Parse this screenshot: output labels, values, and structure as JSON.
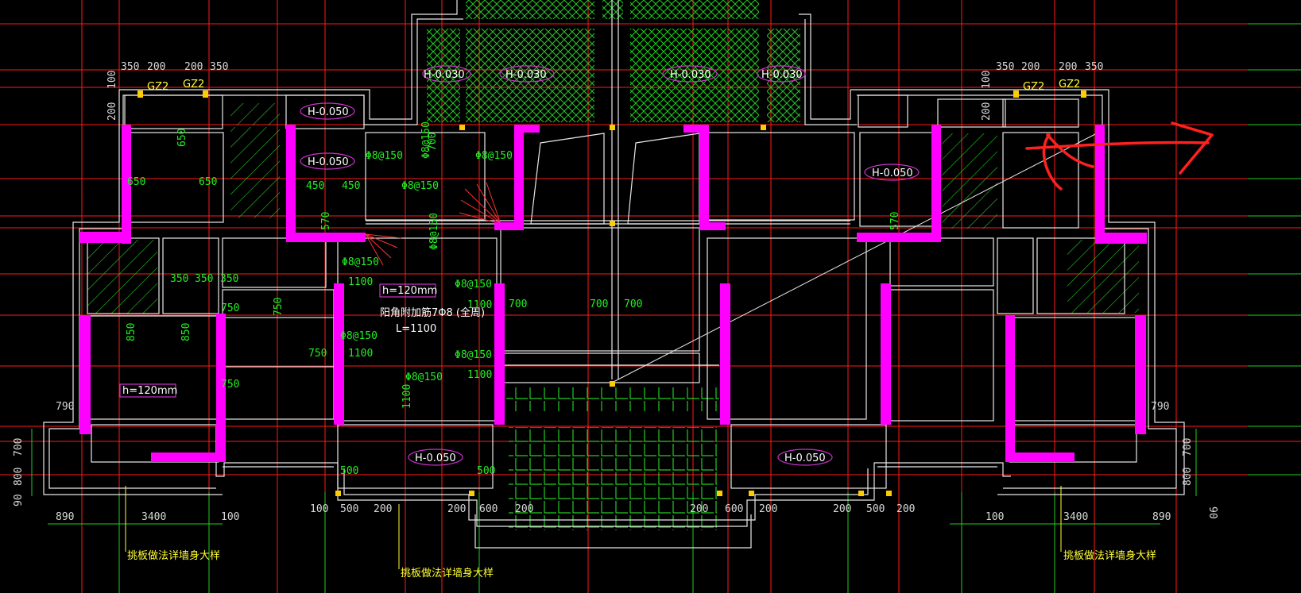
{
  "drawing": {
    "colors": {
      "background": "#000000",
      "grid": "#ff1a1a",
      "wall": "#ff00ff",
      "rebar": "#22ee22",
      "outline": "#ffffff",
      "label": "#ffff33",
      "annotation": "#ff2020"
    },
    "elevations": [
      "H-0.030",
      "H-0.030",
      "H-0.030",
      "H-0.030",
      "H-0.050",
      "H-0.050",
      "H-0.050",
      "H-0.050",
      "H-0.050"
    ],
    "slab_notes": [
      "h=120mm",
      "h=120mm"
    ],
    "rebar_notes": [
      "Φ8@150",
      "Φ8@150",
      "Φ8@150",
      "Φ8@150",
      "Φ8@150",
      "Φ8@150",
      "Φ8@150",
      "Φ8@150",
      "Φ8@150",
      "Φ8@150"
    ],
    "beam_note": "阳角附加筋7Φ8 (全周)",
    "beam_length": "L=1100",
    "column_tags": [
      "GZ2",
      "GZ2",
      "GZ2",
      "GZ2"
    ],
    "detail_notes": [
      "挑板做法详墙身大样",
      "挑板做法详墙身大样",
      "挑板做法详墙身大样"
    ],
    "dims_green": [
      "650",
      "650",
      "650",
      "450",
      "450",
      "350",
      "350",
      "350",
      "850",
      "850",
      "750",
      "750",
      "750",
      "750",
      "700",
      "700",
      "700",
      "700",
      "1100",
      "1100",
      "1100",
      "1100",
      "1100",
      "500",
      "500",
      "570",
      "570"
    ],
    "dims_outer_top": [
      "350",
      "200",
      "200",
      "350",
      "350",
      "200",
      "200",
      "350"
    ],
    "dims_outer_bottom": [
      "890",
      "3400",
      "100",
      "100",
      "500",
      "200",
      "200",
      "600",
      "200",
      "200",
      "600",
      "200",
      "200",
      "500",
      "200",
      "100",
      "3400",
      "890"
    ],
    "dims_outer_side": [
      "700",
      "800",
      "90",
      "790",
      "790",
      "700",
      "800",
      "90",
      "100",
      "100",
      "200",
      "200"
    ]
  }
}
